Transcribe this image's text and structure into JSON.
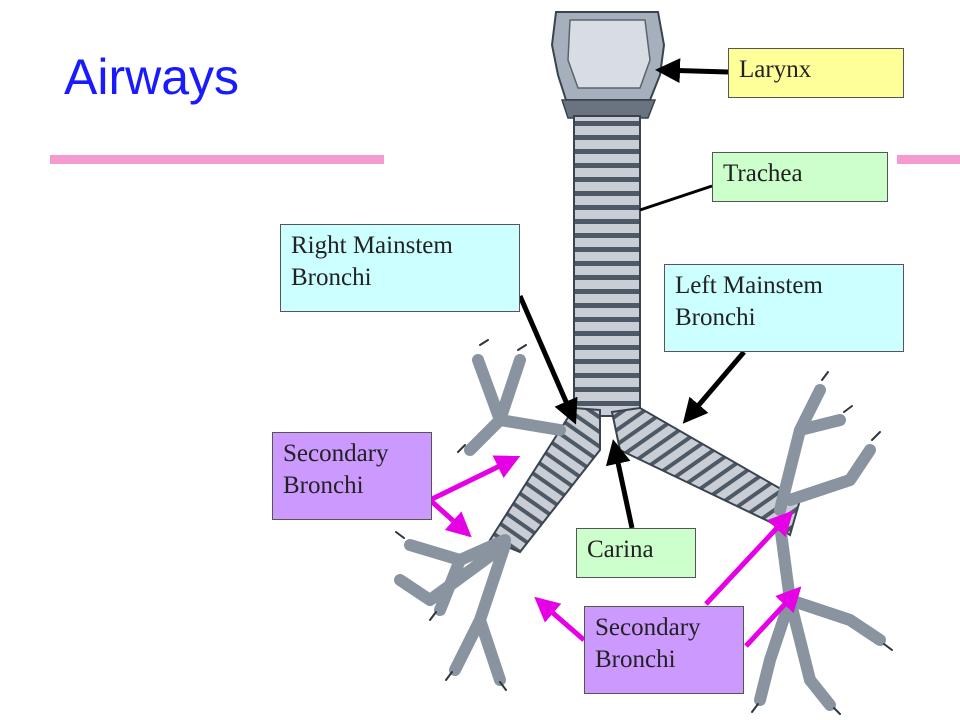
{
  "title": "Airways",
  "labels": {
    "larynx": "Larynx",
    "trachea": "Trachea",
    "right_mainstem": [
      "Right Mainstem",
      "Bronchi"
    ],
    "left_mainstem": [
      "Left Mainstem",
      "Bronchi"
    ],
    "secondary_left": [
      "Secondary",
      "Bronchi"
    ],
    "carina": "Carina",
    "secondary_bottom": [
      "Secondary",
      "Bronchi"
    ]
  },
  "colors": {
    "title": "#1a1aff",
    "rule": "#f59ad0",
    "label_yellow": "#ffff99",
    "label_green": "#ccffcc",
    "label_cyan": "#ccffff",
    "label_purple": "#cc99ff",
    "arrow_black": "#000000",
    "arrow_magenta": "#e600e6"
  }
}
